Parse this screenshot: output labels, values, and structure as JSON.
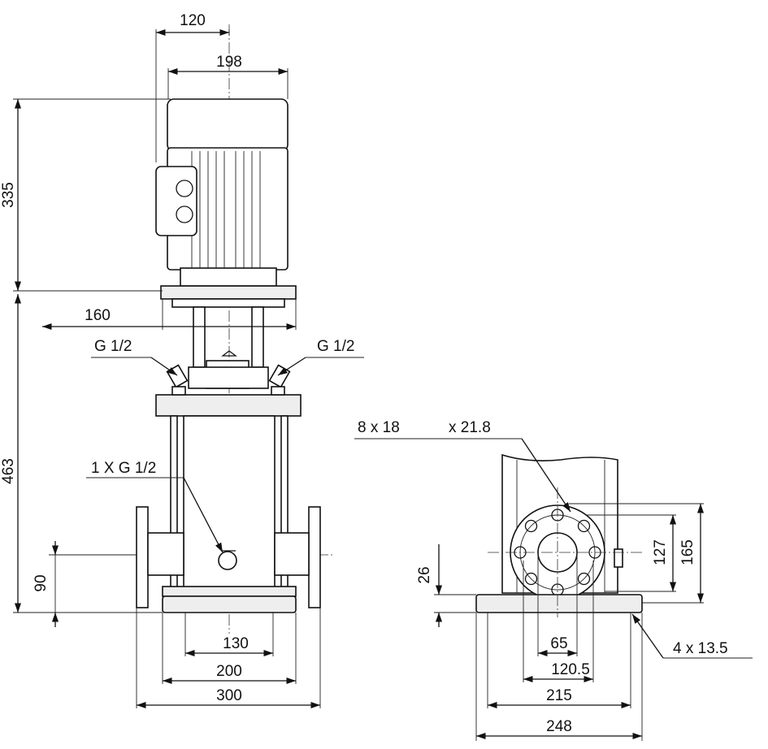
{
  "front_view": {
    "motor_width_to_axis": "120",
    "motor_width": "198",
    "motor_height": "335",
    "pump_height": "463",
    "flange_span": "160",
    "port_left": "G 1/2",
    "port_right": "G 1/2",
    "drain_port": "1 X G 1/2",
    "inlet_height": "90",
    "base_inner": "130",
    "base_mid": "200",
    "base_width": "300"
  },
  "side_view": {
    "flange_holes": "8  x  18",
    "flange_holes_pcd": "x 21.8",
    "inlet_height": "26",
    "flange_inner": "127",
    "flange_outer": "165",
    "bore": "65",
    "pcd": "120.5",
    "base_inner": "215",
    "base_width": "248",
    "base_holes": "4  x  13.5"
  }
}
